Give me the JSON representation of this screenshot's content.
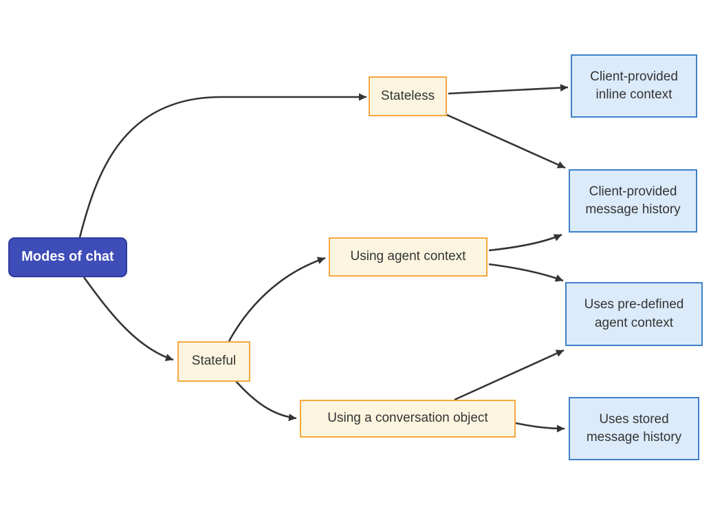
{
  "diagram": {
    "type": "flowchart",
    "direction": "left-to-right",
    "title": "Modes of chat",
    "nodes": [
      {
        "id": "modes-of-chat",
        "label": "Modes of chat",
        "role": "root"
      },
      {
        "id": "stateless",
        "label": "Stateless",
        "role": "branch"
      },
      {
        "id": "client-inline-context",
        "label": "Client-provided\ninline context",
        "role": "leaf"
      },
      {
        "id": "client-message-history",
        "label": "Client-provided\nmessage history",
        "role": "leaf"
      },
      {
        "id": "using-agent-context",
        "label": "Using agent context",
        "role": "branch"
      },
      {
        "id": "uses-predefined-agent-context",
        "label": "Uses pre-defined\nagent context",
        "role": "leaf"
      },
      {
        "id": "stateful",
        "label": "Stateful",
        "role": "branch"
      },
      {
        "id": "using-conversation-object",
        "label": "Using a conversation object",
        "role": "branch"
      },
      {
        "id": "uses-stored-message-history",
        "label": "Uses stored\nmessage history",
        "role": "leaf"
      }
    ],
    "edges": [
      {
        "from": "modes-of-chat",
        "to": "stateless"
      },
      {
        "from": "modes-of-chat",
        "to": "stateful"
      },
      {
        "from": "stateless",
        "to": "client-inline-context"
      },
      {
        "from": "stateless",
        "to": "client-message-history"
      },
      {
        "from": "using-agent-context",
        "to": "client-message-history"
      },
      {
        "from": "using-agent-context",
        "to": "uses-predefined-agent-context"
      },
      {
        "from": "stateful",
        "to": "using-agent-context"
      },
      {
        "from": "stateful",
        "to": "using-conversation-object"
      },
      {
        "from": "using-conversation-object",
        "to": "uses-predefined-agent-context"
      },
      {
        "from": "using-conversation-object",
        "to": "uses-stored-message-history"
      }
    ]
  },
  "theme": {
    "background": "#ffffff",
    "root_fill": "#3e4db8",
    "root_border": "#2f3a9e",
    "root_text": "#ffffff",
    "branch_fill": "#fdf5e0",
    "branch_border": "#f7a73e",
    "leaf_fill": "#dcebfb",
    "leaf_border": "#3e7fc9",
    "text": "#333333",
    "edge": "#333333"
  }
}
